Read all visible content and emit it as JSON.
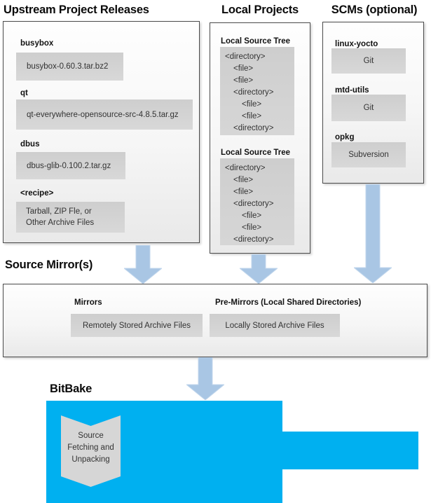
{
  "colors": {
    "bitbake_blue": "#00b0f0",
    "arrow_blue": "#a9c6e4",
    "panel_border": "#4a4a4a",
    "item_box_gray": "#d4d4d4"
  },
  "upstream": {
    "title": "Upstream Project Releases",
    "items": [
      {
        "label": "busybox",
        "file": "busybox-0.60.3.tar.bz2"
      },
      {
        "label": "qt",
        "file": "qt-everywhere-opensource-src-4.8.5.tar.gz"
      },
      {
        "label": "dbus",
        "file": "dbus-glib-0.100.2.tar.gz"
      },
      {
        "label": "<recipe>",
        "file_line1": "Tarball, ZIP Fle, or",
        "file_line2": "Other Archive Files"
      }
    ]
  },
  "local_projects": {
    "title": "Local Projects",
    "tree_label_1": "Local Source Tree",
    "tree_label_2": "Local Source Tree",
    "tree_lines": [
      "<directory>",
      "<file>",
      "<file>",
      "<directory>",
      "<file>",
      "<file>",
      "<directory>"
    ]
  },
  "scms": {
    "title": "SCMs (optional)",
    "items": [
      {
        "label": "linux-yocto",
        "scm": "Git"
      },
      {
        "label": "mtd-utils",
        "scm": "Git"
      },
      {
        "label": "opkg",
        "scm": "Subversion"
      }
    ]
  },
  "source_mirrors": {
    "title": "Source Mirror(s)",
    "mirrors_label": "Mirrors",
    "mirrors_box": "Remotely Stored Archive Files",
    "premirrors_label": "Pre-Mirrors (Local Shared Directories)",
    "premirrors_box": "Locally Stored Archive Files"
  },
  "bitbake": {
    "title": "BitBake",
    "banner_line1": "Source",
    "banner_line2": "Fetching and",
    "banner_line3": "Unpacking"
  }
}
